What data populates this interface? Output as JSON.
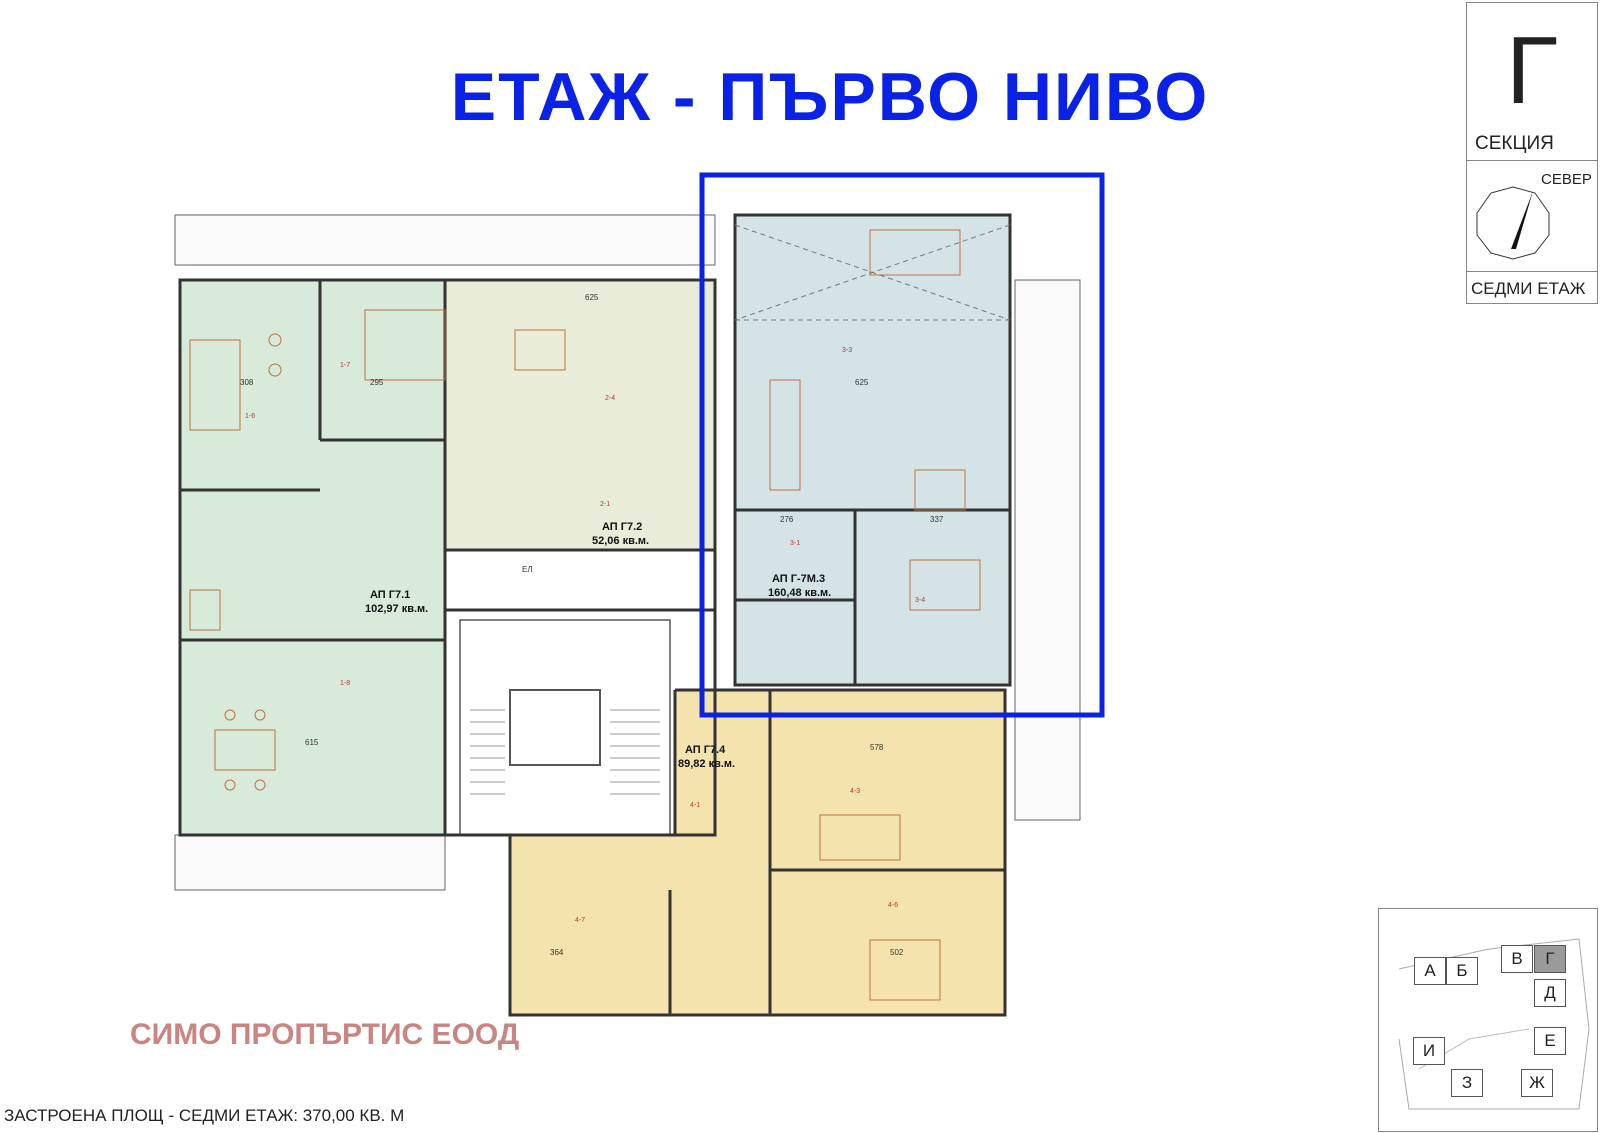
{
  "title": "ЕТАЖ - ПЪРВО НИВО",
  "section": {
    "letter": "Г",
    "label": "СЕКЦИЯ",
    "north_label": "СЕВЕР",
    "floor_label": "СЕДМИ ЕТАЖ"
  },
  "apartments": [
    {
      "name": "АП Г7.1",
      "area": "102,97 кв.м.",
      "color": "#d8ead9"
    },
    {
      "name": "АП Г7.2",
      "area": "52,06 кв.м.",
      "color": "#e8ecd8"
    },
    {
      "name": "АП Г-7М.3",
      "area": "160,48 кв.м.",
      "color": "#d3e3e6"
    },
    {
      "name": "АП Г7.4",
      "area": "89,82 кв.м.",
      "color": "#f4e3ad"
    }
  ],
  "room_labels": {
    "r1": "1-7",
    "r2": "1-6",
    "r3": "1-8",
    "r4": "2-4",
    "r5": "2-1",
    "r6": "3-3",
    "r7": "3-1",
    "r8": "3-4",
    "r9": "4-3",
    "r10": "4-6",
    "r11": "4-7",
    "r12": "4-1",
    "el": "ЕЛ"
  },
  "dimensions": {
    "d1": "308",
    "d2": "295",
    "d3": "625",
    "d4": "625",
    "d5": "615",
    "d6": "578",
    "d7": "364",
    "d8": "502",
    "d9": "337",
    "d10": "276"
  },
  "watermark": "СИМО ПРОПЪРТИС ЕООД",
  "footer": "ЗАСТРОЕНА ПЛОЩ - СЕДМИ ЕТАЖ:  370,00 КВ. М",
  "keymap": {
    "blocks": [
      "А",
      "Б",
      "В",
      "Г",
      "Д",
      "Е",
      "Ж",
      "З",
      "И"
    ],
    "selected": "Г"
  },
  "colors": {
    "title": "#0a22e6",
    "highlight": "#0a22e6",
    "watermark": "#c98582"
  }
}
